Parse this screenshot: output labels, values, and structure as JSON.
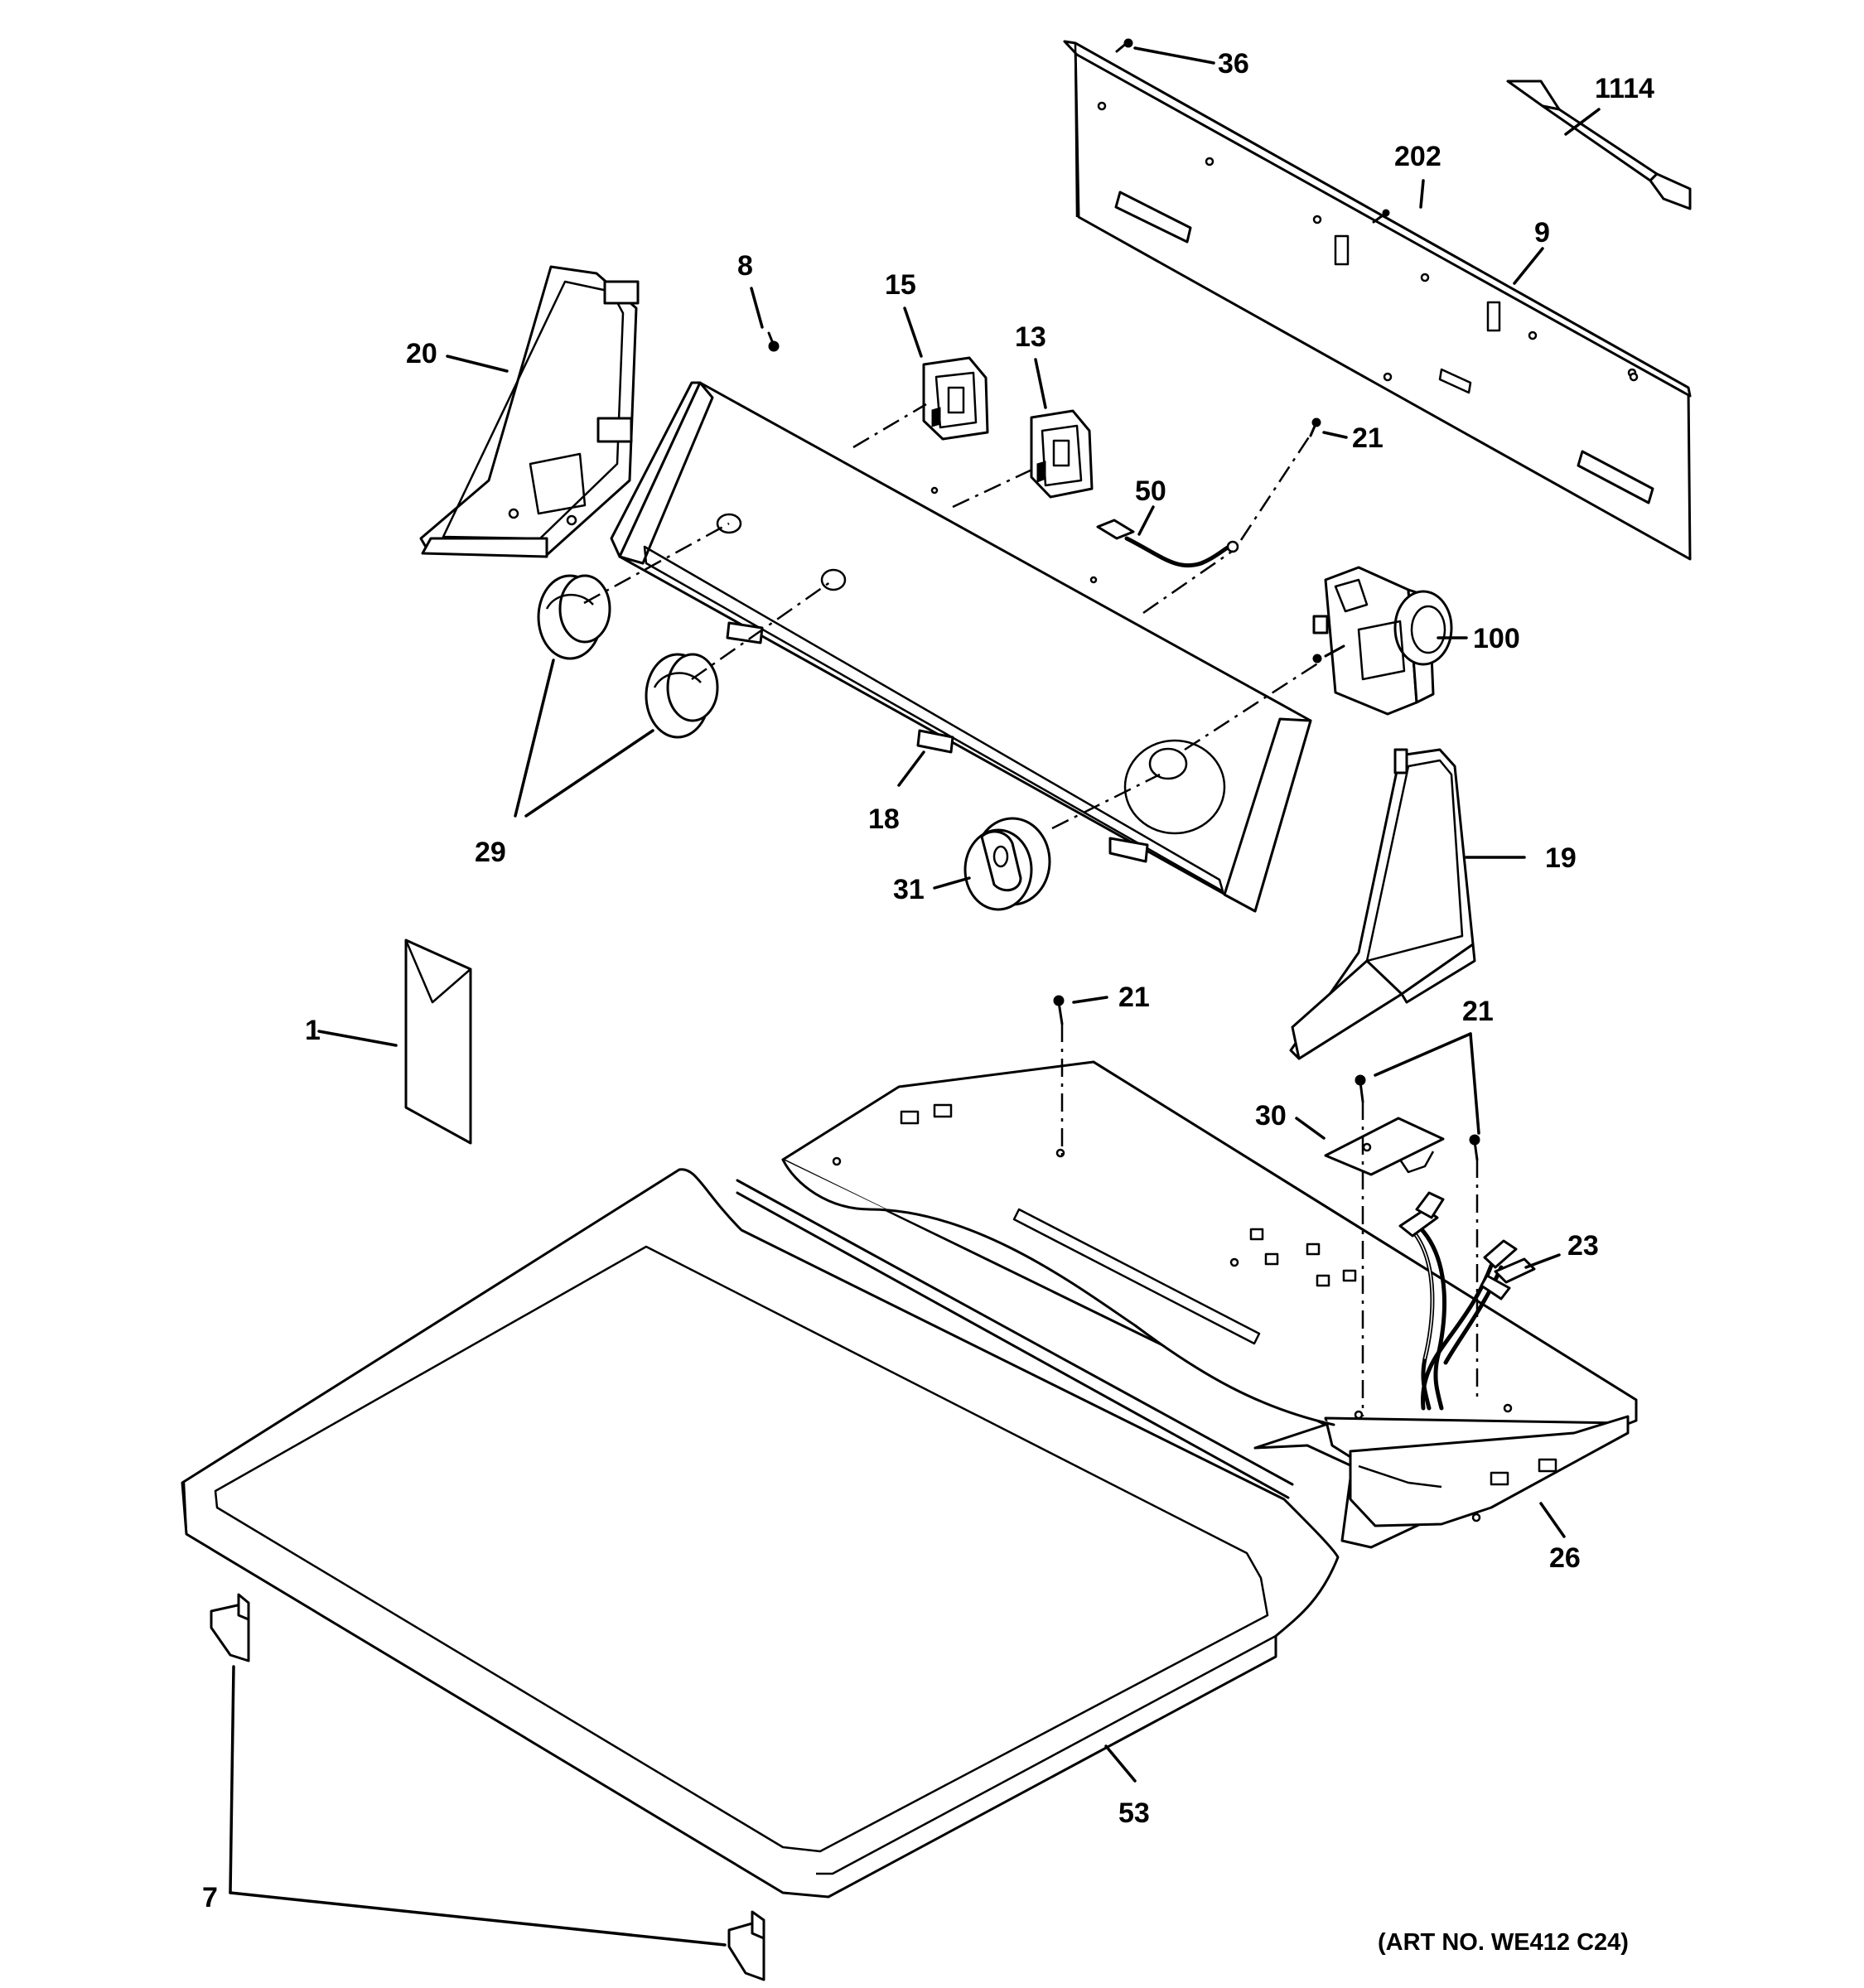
{
  "callouts": {
    "c36": "36",
    "c1114": "1114",
    "c202": "202",
    "c9": "9",
    "c8": "8",
    "c15": "15",
    "c13": "13",
    "c20": "20",
    "c21a": "21",
    "c50": "50",
    "c100": "100",
    "c18": "18",
    "c29": "29",
    "c31": "31",
    "c19": "19",
    "c1": "1",
    "c21b": "21",
    "c21c": "21",
    "c30": "30",
    "c23": "23",
    "c26": "26",
    "c53": "53",
    "c7": "7"
  },
  "art_number": "(ART NO. WE412 C24)"
}
